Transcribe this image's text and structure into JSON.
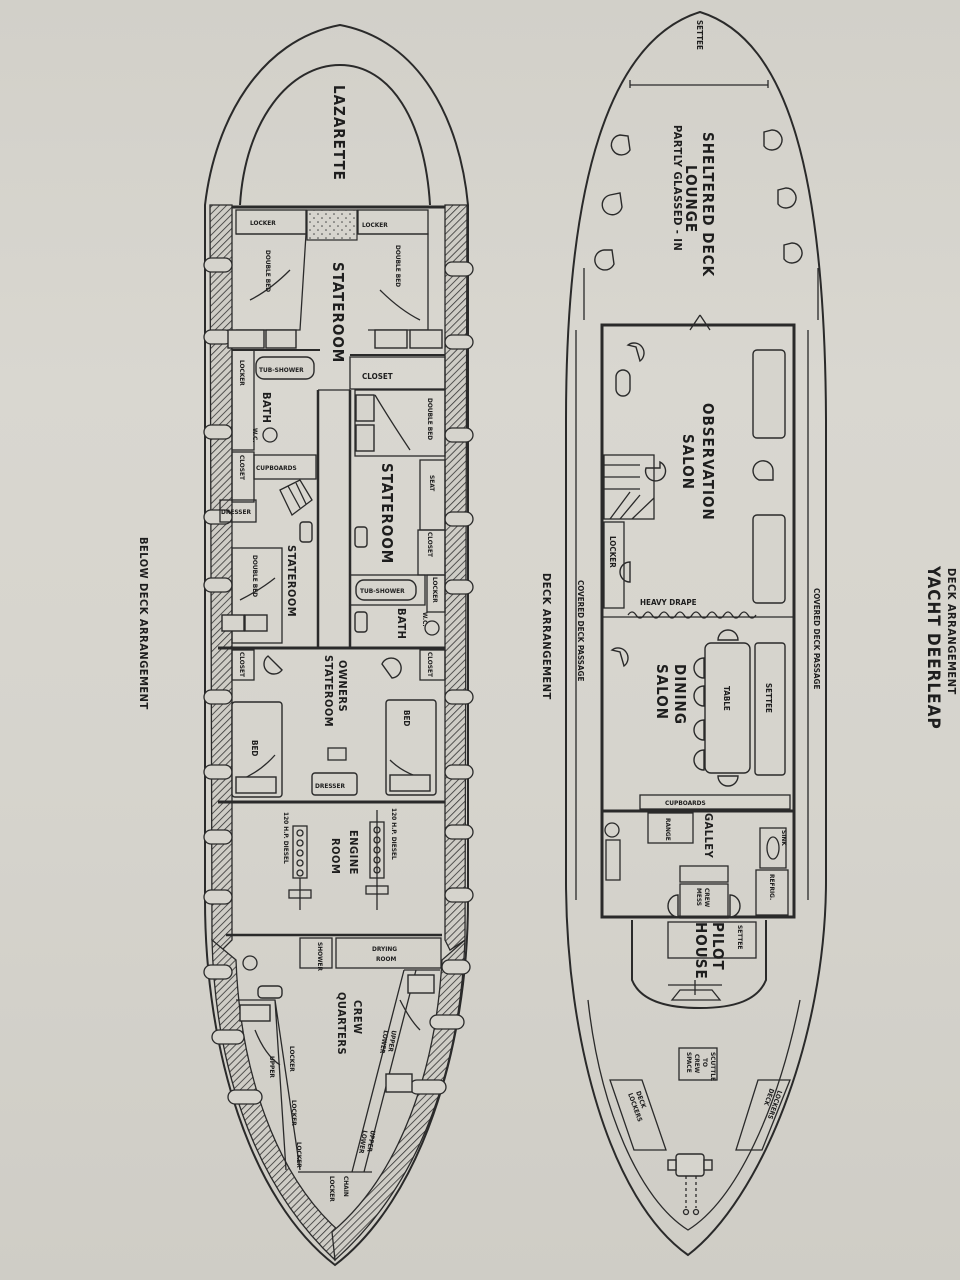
{
  "title": {
    "line1": "DECK ARRANGEMENT",
    "line2": "YACHT DEERLEAP"
  },
  "deck": {
    "caption": "DECK ARRANGEMENT",
    "rooms": {
      "settee_stern": "SETTEE",
      "lounge_line1": "SHELTERED DECK",
      "lounge_line2": "LOUNGE",
      "lounge_line3": "PARTLY GLASSED - IN",
      "observation_line1": "OBSERVATION",
      "observation_line2": "SALON",
      "locker": "LOCKER",
      "heavy_drape": "HEAVY DRAPE",
      "dining_line1": "DINING",
      "dining_line2": "SALON",
      "table": "TABLE",
      "settee_dining": "SETTEE",
      "cupboards": "CUPBOARDS",
      "galley": "GALLEY",
      "range": "RANGE",
      "sink": "SINK",
      "refrig": "REFRIG.",
      "crew_mess_line1": "CREW",
      "crew_mess_line2": "MESS",
      "pilot_line1": "PILOT",
      "pilot_line2": "HOUSE",
      "settee_pilot": "SETTEE",
      "scuttle_line1": "SCUTTLE",
      "scuttle_line2": "TO",
      "scuttle_line3": "CREW",
      "scuttle_line4": "SPACE",
      "deck_lockers_left_1": "DECK",
      "deck_lockers_left_2": "LOCKERS",
      "deck_lockers_right_1": "DECK",
      "deck_lockers_right_2": "LOCKERS"
    },
    "passage_right": "COVERED DECK PASSAGE",
    "passage_left": "COVERED DECK PASSAGE"
  },
  "below_deck": {
    "caption": "BELOW DECK ARRANGEMENT",
    "rooms": {
      "lazarette": "LAZARETTE",
      "locker_left": "LOCKER",
      "locker_right": "LOCKER",
      "double_bed": "DOUBLE BED",
      "stateroom": "STATEROOM",
      "locker_side": "LOCKER",
      "tub_shower": "TUB-SHOWER",
      "bath": "BATH",
      "wc": "W.C.",
      "closet": "CLOSET",
      "cupboards": "CUPBOARDS",
      "dresser": "DRESSER",
      "seat": "SEAT",
      "owners_line1": "OWNERS",
      "owners_line2": "STATEROOM",
      "bed": "BED",
      "engine_line1": "ENGINE",
      "engine_line2": "ROOM",
      "diesel": "120 H.P. DIESEL",
      "drying_line1": "DRYING",
      "drying_line2": "ROOM",
      "shower": "SHOWER",
      "crew_line1": "CREW",
      "crew_line2": "QUARTERS",
      "upper": "UPPER",
      "lower": "LOWER",
      "locker_small": "LOCKER",
      "chain_line1": "CHAIN",
      "chain_line2": "LOCKER"
    }
  },
  "colors": {
    "paper": "#d6d4cd",
    "ink": "#2a2a2a"
  }
}
